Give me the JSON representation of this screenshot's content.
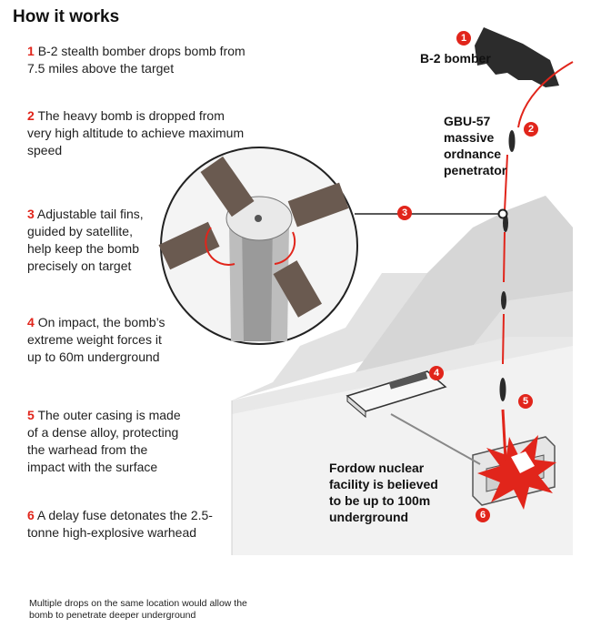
{
  "title": "How it works",
  "steps": [
    {
      "num": "1",
      "text": "B-2 stealth bomber drops bomb from 7.5 miles above the target"
    },
    {
      "num": "2",
      "text": "The heavy bomb is dropped from very high altitude to achieve maximum speed"
    },
    {
      "num": "3",
      "text": "Adjustable tail fins, guided by satellite, help keep the bomb precisely on target"
    },
    {
      "num": "4",
      "text": "On impact, the bomb’s extreme weight forces it up to 60m underground"
    },
    {
      "num": "5",
      "text": "The outer casing is made of a dense alloy, protecting the warhead from the impact with the surface"
    },
    {
      "num": "6",
      "text": "A delay fuse detonates the 2.5-tonne high-explosive warhead"
    }
  ],
  "labels": {
    "bomber": "B-2 bomber",
    "bomb": "GBU-57 massive ordnance penetrator",
    "facility": "Fordow nuclear facility is believed to be up to 100m underground"
  },
  "badges": [
    "1",
    "2",
    "3",
    "4",
    "5",
    "6"
  ],
  "footnote": "Multiple drops on the same location would allow the bomb to penetrate deeper underground",
  "colors": {
    "accent": "#e1251b",
    "terrain": "#ececec",
    "text": "#1f1f1f"
  }
}
